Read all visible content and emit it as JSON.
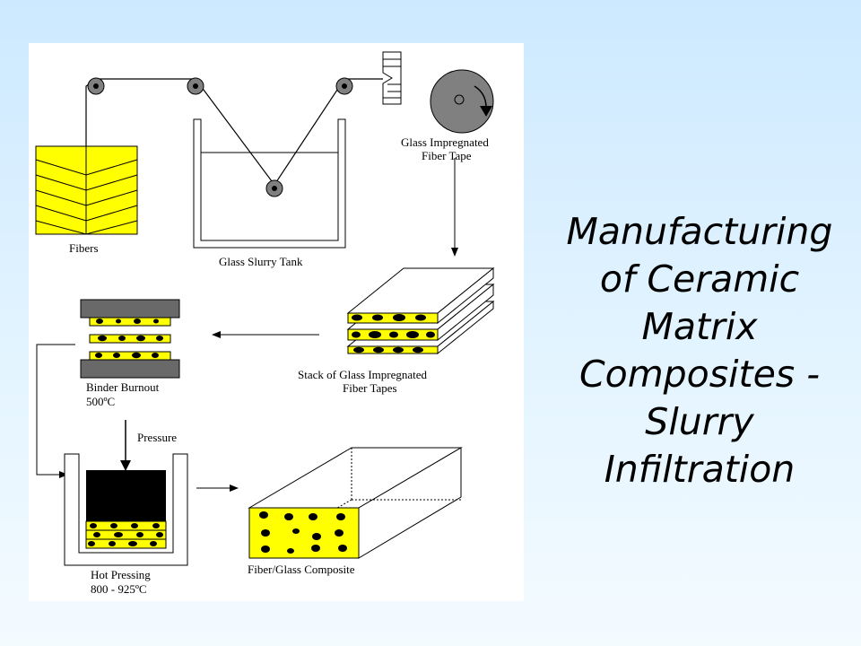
{
  "slide": {
    "title_lines": [
      "Manufacturing",
      "of Ceramic",
      "Matrix",
      "Composites -",
      "Slurry",
      "Infiltration"
    ],
    "colors": {
      "fiber": "#ffff00",
      "dark": "#000000",
      "roller": "#808080",
      "press_plate": "#696969"
    }
  },
  "diagram": {
    "labels": {
      "fibers": "Fibers",
      "tank": "Glass Slurry Tank",
      "tape_line1": "Glass Impregnated",
      "tape_line2": "Fiber Tape",
      "stack_line1": "Stack of Glass Impregnated",
      "stack_line2": "Fiber Tapes",
      "burnout_line1": "Binder Burnout",
      "burnout_line2": "500ºC",
      "pressure": "Pressure",
      "hot_line1": "Hot Pressing",
      "hot_line2": "800 - 925ºC",
      "composite": "Fiber/Glass Composite"
    },
    "icons": [
      "pulley-icon",
      "take-up-drum-icon",
      "cutter-icon",
      "arrow-icon"
    ]
  }
}
